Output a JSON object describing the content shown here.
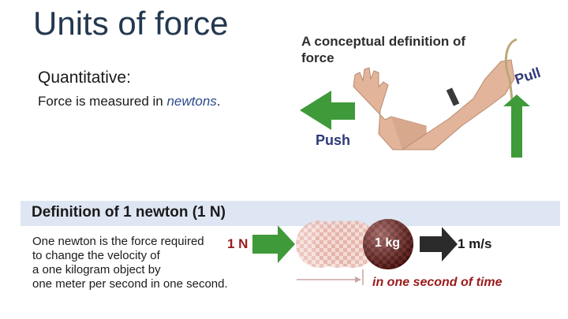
{
  "slide": {
    "title": "Units of force",
    "quantitative_heading": "Quantitative:",
    "quantitative_body_prefix": "Force is measured in ",
    "quantitative_body_em": "newtons",
    "quantitative_body_suffix": "."
  },
  "concept": {
    "title": "A conceptual definition of force",
    "push_label": "Push",
    "pull_label": "Pull"
  },
  "definition": {
    "heading": "Definition of 1 newton (1 N)",
    "lines": [
      "One newton is the force required",
      "to change the velocity of",
      "a one kilogram object by",
      "one meter per second in one second."
    ],
    "force_label": "1 N",
    "mass_label": "1 kg",
    "velocity_label": "1 m/s",
    "time_label": "in one second of time"
  },
  "colors": {
    "title": "#23384f",
    "band": "#dfe6f3",
    "arrow_green": "#3f9a3a",
    "label_blue": "#2f3a7a",
    "accent_red": "#9b1b1b",
    "ball_dark": "#7a1c1c"
  }
}
